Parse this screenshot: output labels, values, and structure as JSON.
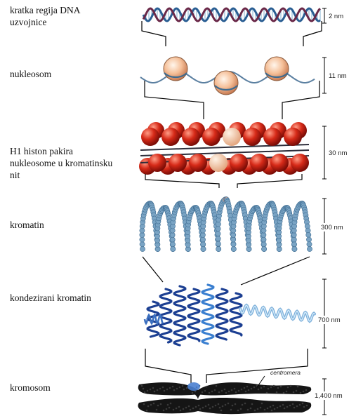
{
  "stages": [
    {
      "label": "kratka regija DNA\n uzvojnice",
      "size": "2 nm"
    },
    {
      "label": "nukleosom",
      "size": "11 nm"
    },
    {
      "label": "H1 histon pakira\nnukleosome u kromatinsku\nnit",
      "size": "30 nm"
    },
    {
      "label": "kromatin",
      "size": "300 nm"
    },
    {
      "label": "kondezirani kromatin",
      "size": "700 nm"
    },
    {
      "label": "kromosom",
      "size": "1,400 nm"
    }
  ],
  "centromere_label": "centromera",
  "colors": {
    "dna_strand_a": "#2a5e93",
    "dna_strand_b": "#6a2848",
    "dna_rungs": "#9fc3dc",
    "histone": "#f2b891",
    "fiber_ball": "#cc2415",
    "chromatin_bead": "#7aa4c4",
    "condensed": "#1c3f92",
    "chromosome": "#151515",
    "centromere_spot": "#4a7fd0"
  }
}
